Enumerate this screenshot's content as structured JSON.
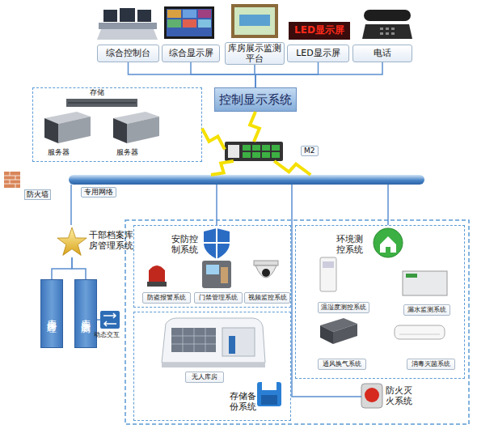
{
  "diagram": {
    "nodes": [
      {
        "text": [
          "综合控制台"
        ]
      },
      {
        "text": [
          "综合显示屏"
        ]
      },
      {
        "text": [
          "库房展示监测平台"
        ]
      },
      {
        "text": [
          "LED显示屏"
        ]
      },
      {
        "text": [
          "电话"
        ]
      },
      {
        "text": [
          "控制显示系统"
        ]
      },
      {
        "text": [
          "存储",
          "服务器",
          "服务器"
        ]
      },
      {
        "text": [
          "M2"
        ]
      },
      {
        "text": [
          "专用网络"
        ]
      },
      {
        "text": [
          "干部档案库房管理系统"
        ]
      },
      {
        "text": [
          "库房管理"
        ]
      },
      {
        "text": [
          "库房监测"
        ]
      },
      {
        "text": [
          "动态交互"
        ]
      },
      {
        "text": [
          "安防控制系统"
        ]
      },
      {
        "text": [
          "防盗报警系统"
        ],
        "in": 13
      },
      {
        "text": [
          "门禁管理系统"
        ],
        "in": 13
      },
      {
        "text": [
          "视频监控系统"
        ],
        "in": 13
      },
      {
        "text": [
          "存储备份系统"
        ]
      },
      {
        "text": [
          "无人库房"
        ],
        "in": 17
      },
      {
        "text": [
          "环境测控系统"
        ]
      },
      {
        "text": [
          "温湿度测控系统"
        ],
        "in": 19
      },
      {
        "text": [
          "漏水监测系统"
        ],
        "in": 19
      },
      {
        "text": [
          "通风换气系统"
        ],
        "in": 19
      },
      {
        "text": [
          "消毒灭菌系统"
        ],
        "in": 19
      },
      {
        "text": [
          "防火灭火系统"
        ]
      }
    ],
    "edges": [
      {
        "from": 0,
        "to": 5,
        "arrow": "none"
      },
      {
        "from": 1,
        "to": 5,
        "arrow": "none"
      },
      {
        "from": 2,
        "to": 5,
        "arrow": "none"
      },
      {
        "from": 3,
        "to": 5,
        "arrow": "none"
      },
      {
        "from": 4,
        "to": 5,
        "arrow": "none"
      },
      {
        "from": 5,
        "to": 7,
        "arrow": "none"
      },
      {
        "from": 6,
        "to": 7,
        "arrow": "none"
      },
      {
        "from": 7,
        "to": 8,
        "arrow": "none"
      },
      {
        "from": 7,
        "to": 8,
        "arrow": "none"
      },
      {
        "from": 8,
        "to": 9,
        "arrow": "none"
      },
      {
        "from": 9,
        "to": 10,
        "arrow": "none"
      },
      {
        "from": 9,
        "to": 11,
        "arrow": "none"
      },
      {
        "from": 11,
        "to": 12,
        "arrow": "none"
      },
      {
        "from": 8,
        "to": 13,
        "arrow": "none"
      },
      {
        "from": 8,
        "to": 24,
        "arrow": "none"
      },
      {
        "from": 8,
        "to": 19,
        "arrow": "none"
      }
    ],
    "labels": [
      "LED显示屏",
      "防火墙"
    ]
  }
}
